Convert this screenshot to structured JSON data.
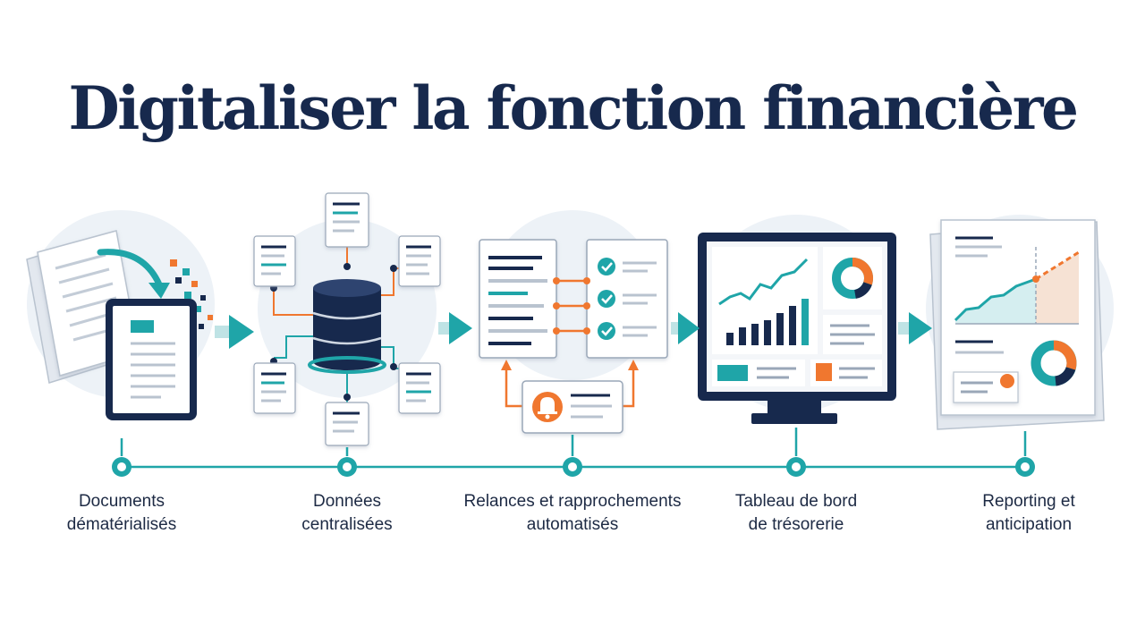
{
  "title": "Digitaliser la fonction financière",
  "steps": [
    {
      "line1": "Documents",
      "line2": "dématérialisés",
      "icon": "documents-scan-icon"
    },
    {
      "line1": "Données",
      "line2": "centralisées",
      "icon": "database-hub-icon"
    },
    {
      "line1": "Relances et rapprochements",
      "line2": "automatisés",
      "icon": "automation-checklist-icon"
    },
    {
      "line1": "Tableau de bord",
      "line2": "de trésorerie",
      "icon": "dashboard-monitor-icon"
    },
    {
      "line1": "Reporting et",
      "line2": "anticipation",
      "icon": "reporting-forecast-icon"
    }
  ],
  "colors": {
    "navy": "#17294d",
    "teal": "#1fa5a8",
    "orange": "#f0772f",
    "bubble": "#edf2f7",
    "gray": "#9aa7b8"
  }
}
